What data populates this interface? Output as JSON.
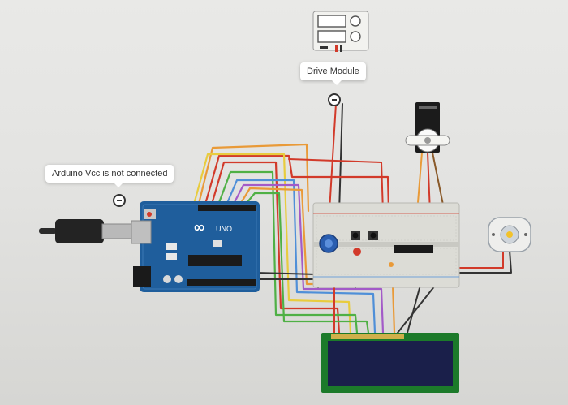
{
  "tooltips": {
    "arduino": "Arduino Vcc is not connected",
    "drive_module": "Drive Module"
  },
  "board": {
    "logo": "∞",
    "model": "UNO"
  },
  "colors": {
    "arduino_blue": "#1f5e9c",
    "breadboard": "#dcdcd6",
    "lcd_screen": "#1a1f4a",
    "lcd_frame": "#1c7a2a",
    "wire_red": "#d23a2a",
    "wire_orange": "#e99a38",
    "wire_yellow": "#e8cc3e",
    "wire_green": "#4fb045",
    "wire_blue": "#4f8fd8",
    "wire_purple": "#a35ac8",
    "wire_black": "#333333"
  },
  "icons": [
    "usb-cable-icon",
    "servo-icon",
    "dc-motor-icon",
    "potentiometer-icon",
    "pushbutton-icon",
    "led-icon"
  ]
}
